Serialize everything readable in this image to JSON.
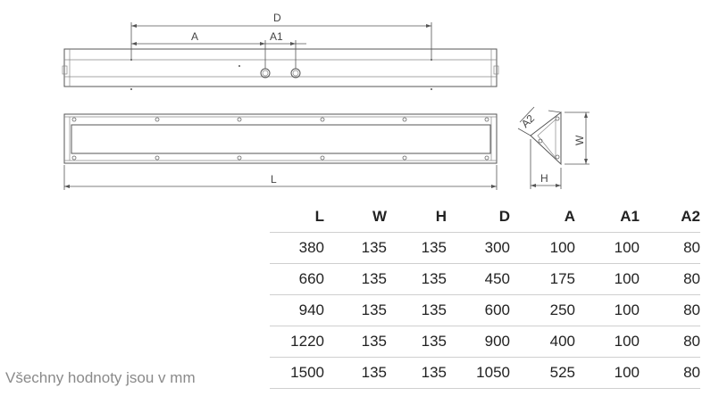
{
  "drawing": {
    "labels": {
      "D": "D",
      "A": "A",
      "A1": "A1",
      "L": "L",
      "A2": "A2",
      "W": "W",
      "H": "H"
    }
  },
  "table": {
    "headers": [
      "L",
      "W",
      "H",
      "D",
      "A",
      "A1",
      "A2"
    ],
    "rows": [
      [
        "380",
        "135",
        "135",
        "300",
        "100",
        "100",
        "80"
      ],
      [
        "660",
        "135",
        "135",
        "450",
        "175",
        "100",
        "80"
      ],
      [
        "940",
        "135",
        "135",
        "600",
        "250",
        "100",
        "80"
      ],
      [
        "1220",
        "135",
        "135",
        "900",
        "400",
        "100",
        "80"
      ],
      [
        "1500",
        "135",
        "135",
        "1050",
        "525",
        "100",
        "80"
      ]
    ]
  },
  "note": "Všechny hodnoty jsou v mm"
}
